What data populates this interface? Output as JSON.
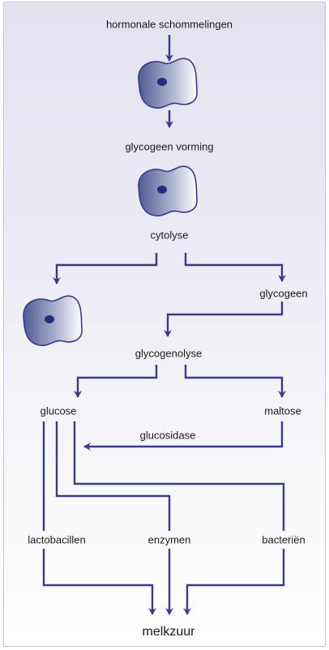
{
  "diagram": {
    "labels": {
      "hormonal": "hormonale schommelingen",
      "glycogen_formation": "glycogeen vorming",
      "cytolysis": "cytolyse",
      "glycogen": "glycogeen",
      "glycogenolysis": "glycogenolyse",
      "glucose": "glucose",
      "maltose": "maltose",
      "glucosidase": "glucosidase",
      "lactobacilli": "lactobacillen",
      "enzymes": "enzymen",
      "bacteria": "bacteriën",
      "lactic_acid": "melkzuur"
    },
    "colors": {
      "arrow": "#3a3a8c",
      "cell_dark": "#4f5a92",
      "cell_light": "#ffffff",
      "cell_stroke": "#3a3a8c",
      "nucleus": "#2a2880"
    }
  }
}
